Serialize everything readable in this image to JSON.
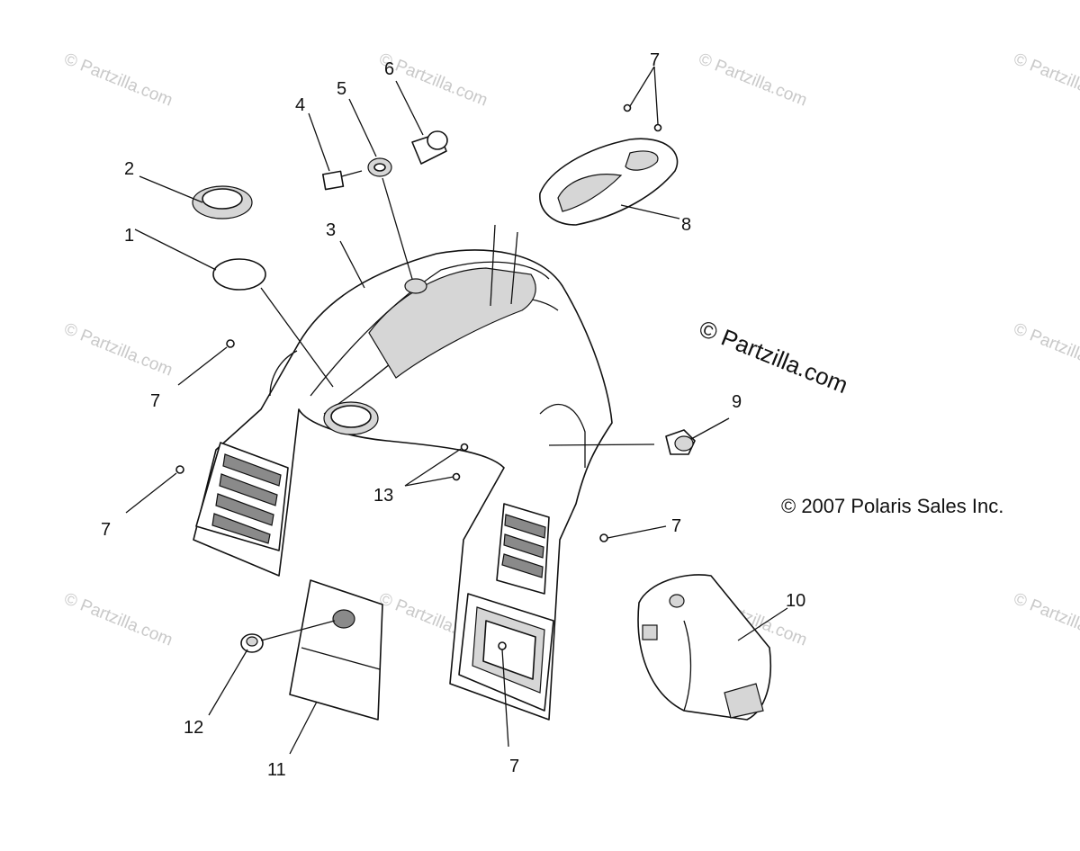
{
  "diagram": {
    "callouts": {
      "c1": "1",
      "c2": "2",
      "c3": "3",
      "c4": "4",
      "c5": "5",
      "c6": "6",
      "c7a": "7",
      "c7b": "7",
      "c7c": "7",
      "c7d": "7",
      "c7e": "7",
      "c8": "8",
      "c9": "9",
      "c10": "10",
      "c11": "11",
      "c12": "12",
      "c13": "13"
    },
    "watermark": "© Partzilla.com",
    "watermark_large": "© Partzilla.com",
    "copyright": "© 2007 Polaris Sales Inc."
  },
  "colors": {
    "line": "#111111",
    "watermark": "#c9c9c9",
    "background": "#ffffff"
  }
}
